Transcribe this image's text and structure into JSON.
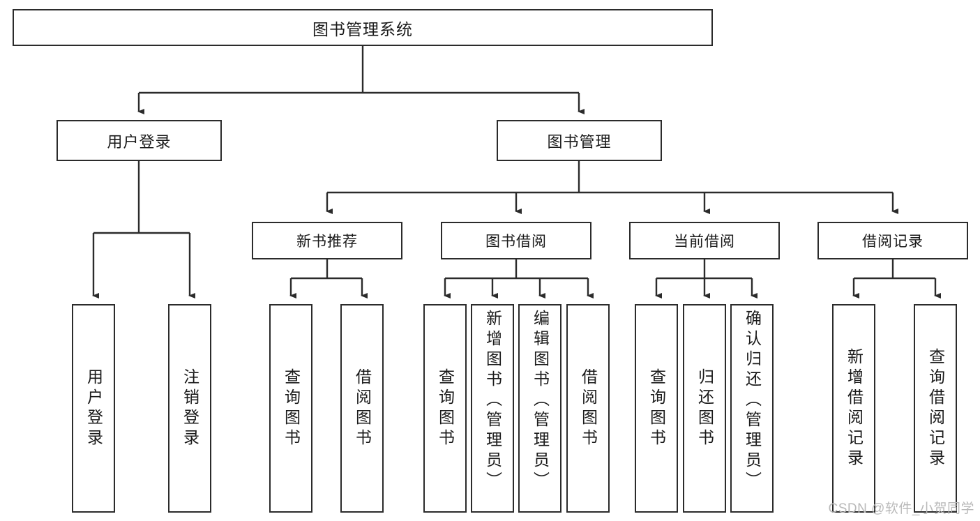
{
  "diagram": {
    "title": "图书管理系统",
    "type": "tree",
    "colors": {
      "box_border": "#2b2b2b",
      "box_fill": "#ffffff",
      "connector": "#2b2b2b",
      "text": "#1a1a1a",
      "watermark": "#b9b9b9"
    },
    "root": {
      "label": "图书管理系统"
    },
    "level2": [
      {
        "label": "用户登录"
      },
      {
        "label": "图书管理"
      }
    ],
    "level3": [
      {
        "label": "新书推荐"
      },
      {
        "label": "图书借阅"
      },
      {
        "label": "当前借阅"
      },
      {
        "label": "借阅记录"
      }
    ],
    "leaves": {
      "user_login": [
        {
          "label": "用户登录"
        },
        {
          "label": "注销登录"
        }
      ],
      "new_book_recommend": [
        {
          "label": "查询图书"
        },
        {
          "label": "借阅图书"
        }
      ],
      "book_borrow": [
        {
          "label": "查询图书"
        },
        {
          "label": "新增图书（管理员）"
        },
        {
          "label": "编辑图书（管理员）"
        },
        {
          "label": "借阅图书"
        }
      ],
      "current_borrow": [
        {
          "label": "查询图书"
        },
        {
          "label": "归还图书"
        },
        {
          "label": "确认归还（管理员）"
        }
      ],
      "borrow_record": [
        {
          "label": "新增借阅记录"
        },
        {
          "label": "查询借阅记录"
        }
      ]
    }
  },
  "watermark": {
    "text": "CSDN @软件_小贺同学"
  }
}
